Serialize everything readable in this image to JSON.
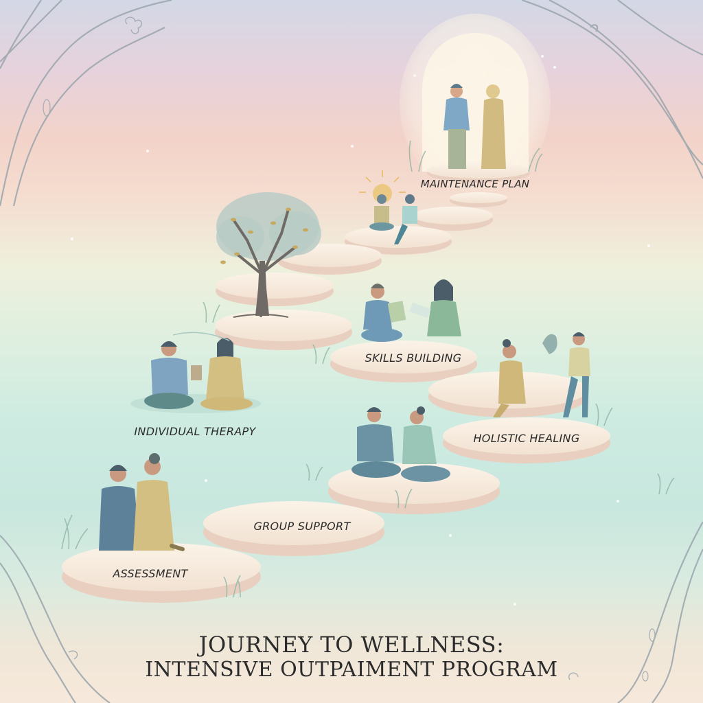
{
  "title": {
    "line1": "JOURNEY TO WELLNESS:",
    "line2": "INTENSIVE OUTPAIMENT PROGRAM"
  },
  "stages": [
    {
      "id": "assessment",
      "label": "ASSESSMENT",
      "order": 1
    },
    {
      "id": "group-support",
      "label": "GROUP SUPPORT",
      "order": 2
    },
    {
      "id": "individual-therapy",
      "label": "INDIVIDUAL THERAPY",
      "order": 3
    },
    {
      "id": "skills-building",
      "label": "SKILLS BUILDING",
      "order": 4
    },
    {
      "id": "holistic-healing",
      "label": "HOLISTIC HEALING",
      "order": 5
    },
    {
      "id": "maintenance-plan",
      "label": "MAINTENANCE PLAN",
      "order": 6
    }
  ],
  "colors": {
    "stone": "#f6ebdc",
    "stone_edge": "#e9cfc0",
    "figure_blue": "#6f96b0",
    "figure_teal": "#5f8a96",
    "figure_ochre": "#cdb57a",
    "figure_sage": "#8fb59c",
    "vine": "#9aa5ac",
    "title_text": "#2b2b2b"
  }
}
